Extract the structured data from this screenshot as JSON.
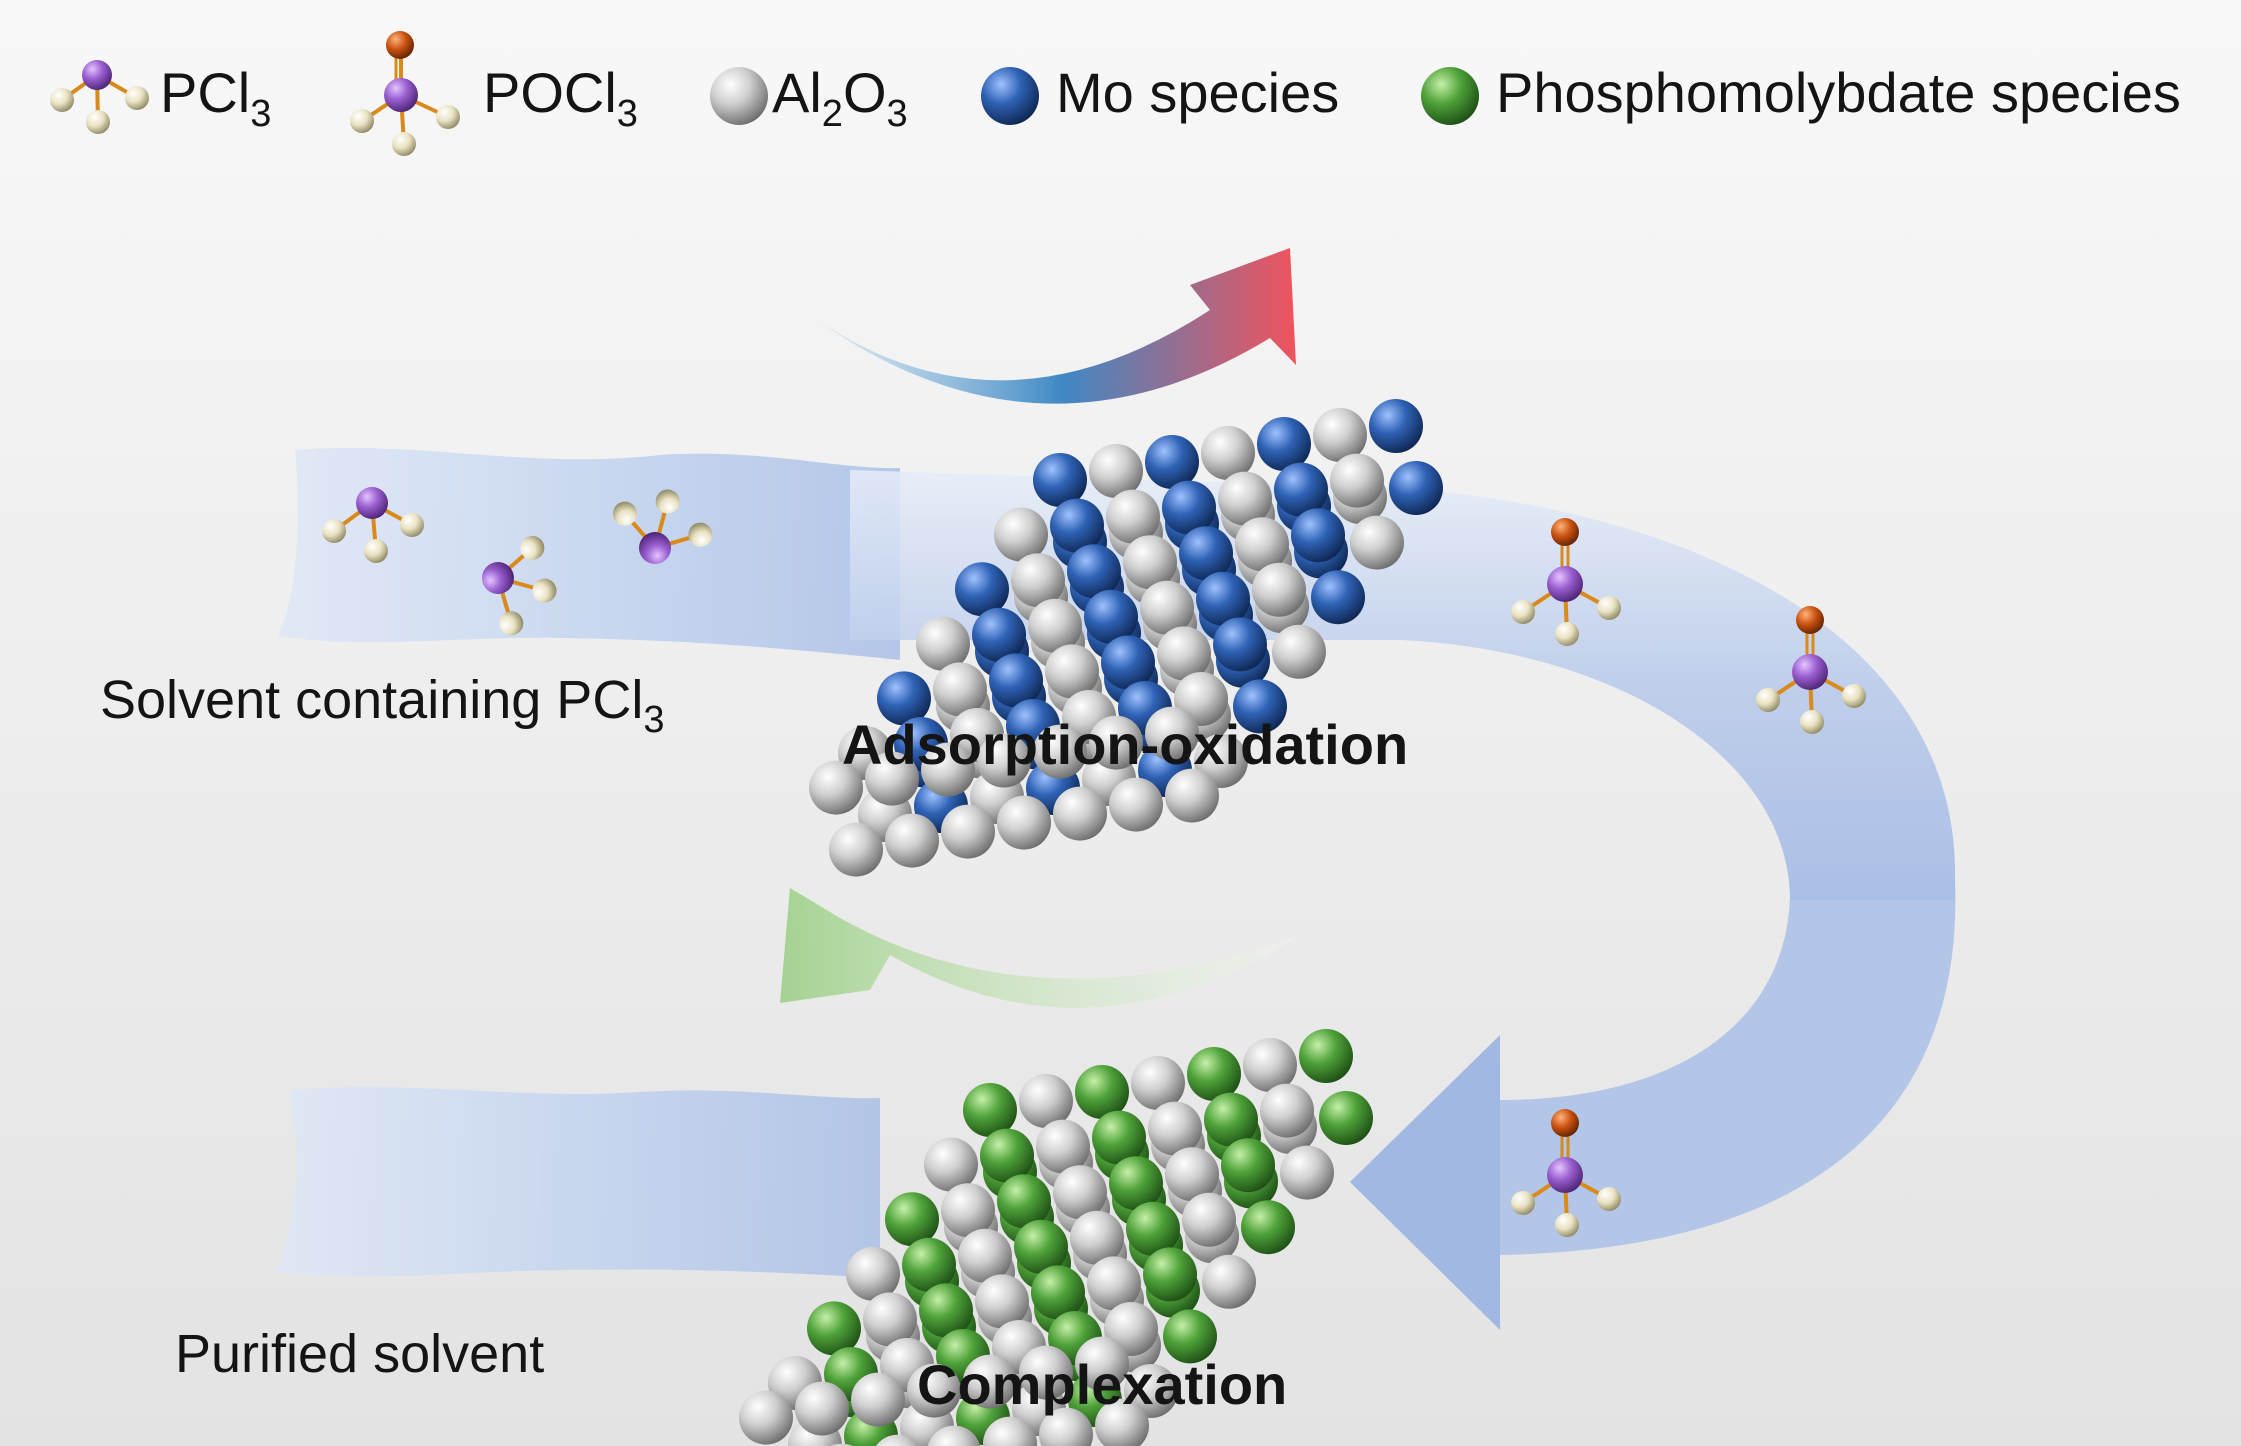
{
  "legend": {
    "pcl3": {
      "base": "PCl",
      "sub": "3"
    },
    "pocl3": {
      "base": "POCl",
      "sub": "3"
    },
    "al2o3": {
      "a": "Al",
      "s1": "2",
      "b": "O",
      "s2": "3"
    },
    "mo": "Mo species",
    "phospho": "Phosphomolybdate species"
  },
  "labels": {
    "solvent": {
      "base": "Solvent containing PCl",
      "sub": "3"
    },
    "adsorption": "Adsorption-oxidation",
    "purified": "Purified solvent",
    "complexation": "Complexation"
  },
  "colors": {
    "background_top": "#f7f7f7",
    "background_bottom": "#e4e4e4",
    "stream": "#a8bfe6",
    "phosphorus": "#9a5fd0",
    "chlorine": "#e9e2c2",
    "oxygen": "#c8500f",
    "al2o3": "#c8c8c8",
    "mo": "#2f5fae",
    "phosphomolybdate": "#4fa23a",
    "arrow_top_start": "#cfe6f2",
    "arrow_top_end": "#f0454f",
    "arrow_bottom": "#9dd088"
  },
  "icons": [
    "pcl3-molecule-icon",
    "pocl3-molecule-icon",
    "al2o3-sphere-icon",
    "mo-sphere-icon",
    "phosphomolybdate-sphere-icon"
  ]
}
